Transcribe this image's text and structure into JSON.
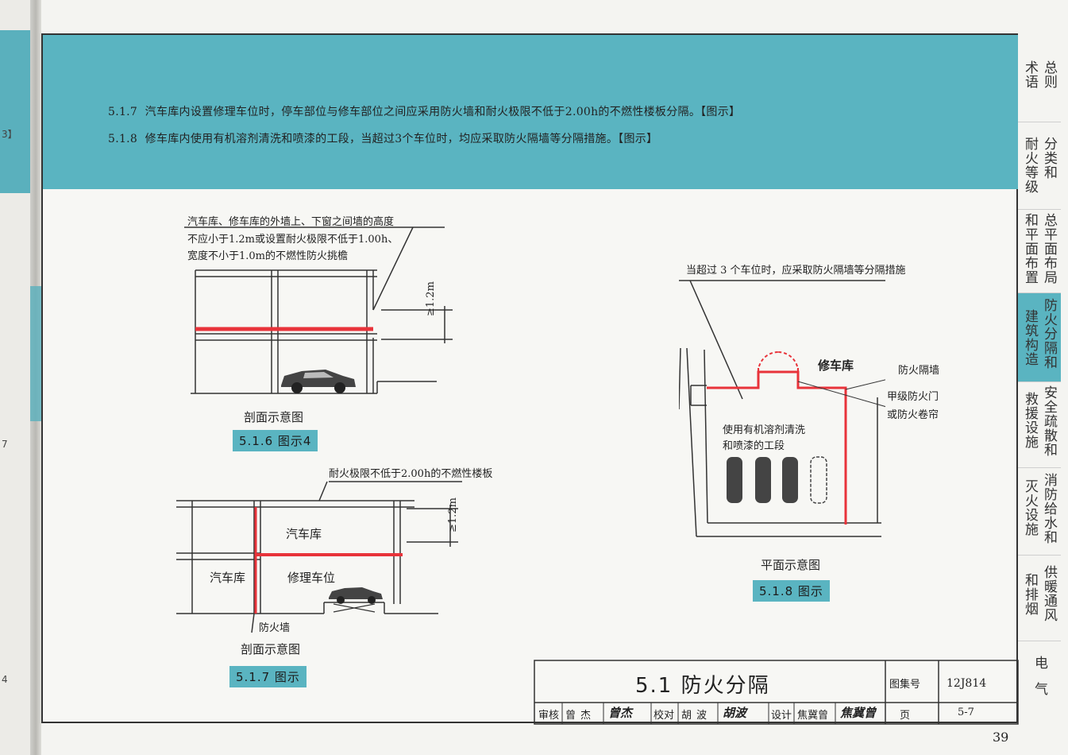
{
  "specs": [
    {
      "num": "5.1.7",
      "text": "汽车库内设置修理车位时，停车部位与修车部位之间应采用防火墙和耐火极限不低于2.00h的不燃性楼板分隔。【图示】"
    },
    {
      "num": "5.1.8",
      "text": "修车库内使用有机溶剂清洗和喷漆的工段，当超过3个车位时，均应采取防火隔墙等分隔措施。【图示】"
    }
  ],
  "left_page": {
    "bracket": "3】",
    "num7": "7",
    "num4": "4"
  },
  "fig1": {
    "note_lines": [
      "汽车库、修车库的外墙上、下窗之间墙的高度",
      "不应小于1.2m或设置耐火极限不低于1.00h、",
      "宽度不小于1.0m的不燃性防火挑檐"
    ],
    "dim": "≥1.2m",
    "caption": "剖面示意图",
    "label": "5.1.6 图示4"
  },
  "fig2": {
    "note": "耐火极限不低于2.00h的不燃性楼板",
    "room_upper": "汽车库",
    "room_left": "汽车库",
    "room_repair": "修理车位",
    "wall": "防火墙",
    "dim": "≥1.2m",
    "caption": "剖面示意图",
    "label": "5.1.7 图示"
  },
  "fig3": {
    "note": "当超过 3 个车位时，应采取防火隔墙等分隔措施",
    "room": "修车库",
    "wall": "防火隔墙",
    "door_lines": [
      "甲级防火门",
      "或防火卷帘"
    ],
    "area_lines": [
      "使用有机溶剂清洗",
      "和喷漆的工段"
    ],
    "caption": "平面示意图",
    "label": "5.1.8 图示"
  },
  "tabs": [
    {
      "col1": "总则",
      "col2": "术语"
    },
    {
      "col1": "分类和",
      "col2": "耐火等级"
    },
    {
      "col1": "总平面布局",
      "col2": "和平面布置"
    },
    {
      "col1": "防火分隔和",
      "col2": "建筑构造"
    },
    {
      "col1": "安全疏散和",
      "col2": "救援设施"
    },
    {
      "col1": "消防给水和",
      "col2": "灭火设施"
    },
    {
      "col1": "供暖通风",
      "col2": "和排烟"
    },
    {
      "col1": "电气",
      "col2": ""
    }
  ],
  "title_block": {
    "title": "5.1 防火分隔",
    "atlas_label": "图集号",
    "atlas_no": "12J814",
    "page_label": "页",
    "page_no": "5-7",
    "review_label": "审核",
    "review_name": "曾杰",
    "review_sig": "曾杰",
    "check_label": "校对",
    "check_name": "胡波",
    "check_sig": "胡波",
    "design_label": "设计",
    "design_name": "焦冀曾",
    "design_sig": "焦冀曾"
  },
  "page_number": "39",
  "colors": {
    "teal": "#5ab4c1",
    "red": "#e8333a",
    "ink": "#222222"
  }
}
